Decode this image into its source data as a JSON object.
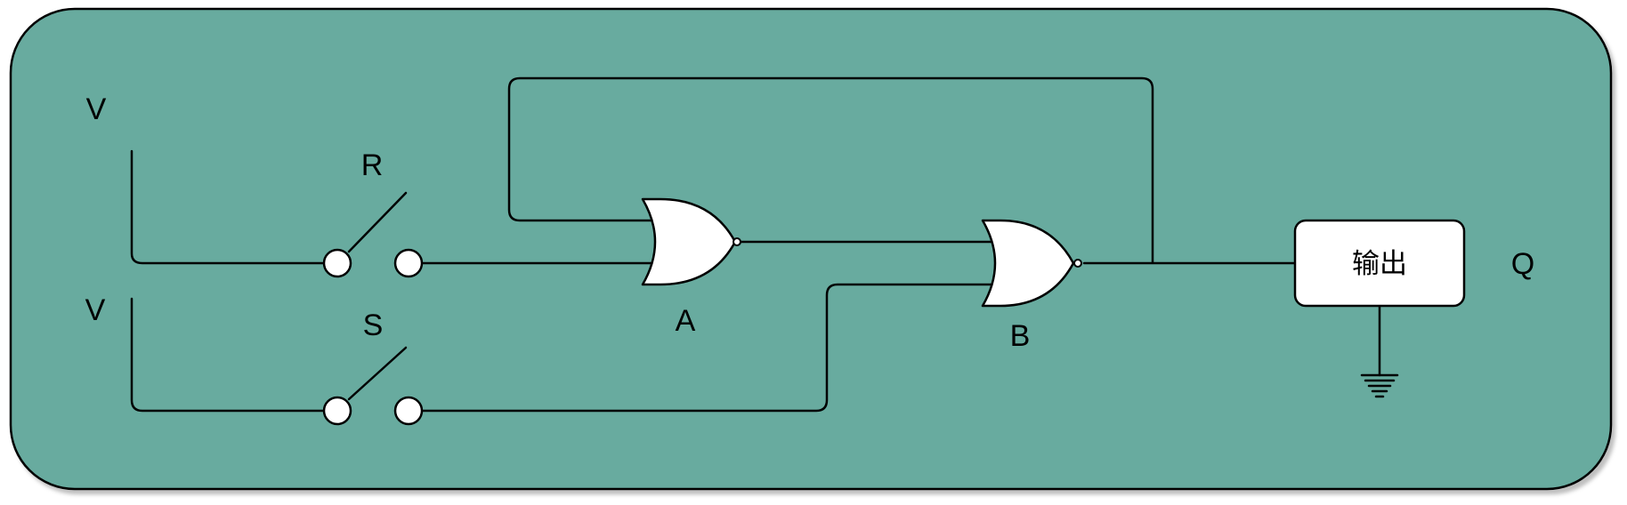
{
  "labels": {
    "v_top": "V",
    "v_bottom": "V",
    "switch_r": "R",
    "switch_s": "S",
    "gate_a": "A",
    "gate_b": "B",
    "output_box": "输出",
    "output_q": "Q"
  },
  "colors": {
    "panel": "#67ab9f",
    "stroke": "#000000",
    "fill": "#ffffff"
  },
  "components": {
    "gates": [
      "NOR",
      "NOR"
    ],
    "switches": [
      "R",
      "S"
    ],
    "ground_icon": "ground-icon"
  }
}
